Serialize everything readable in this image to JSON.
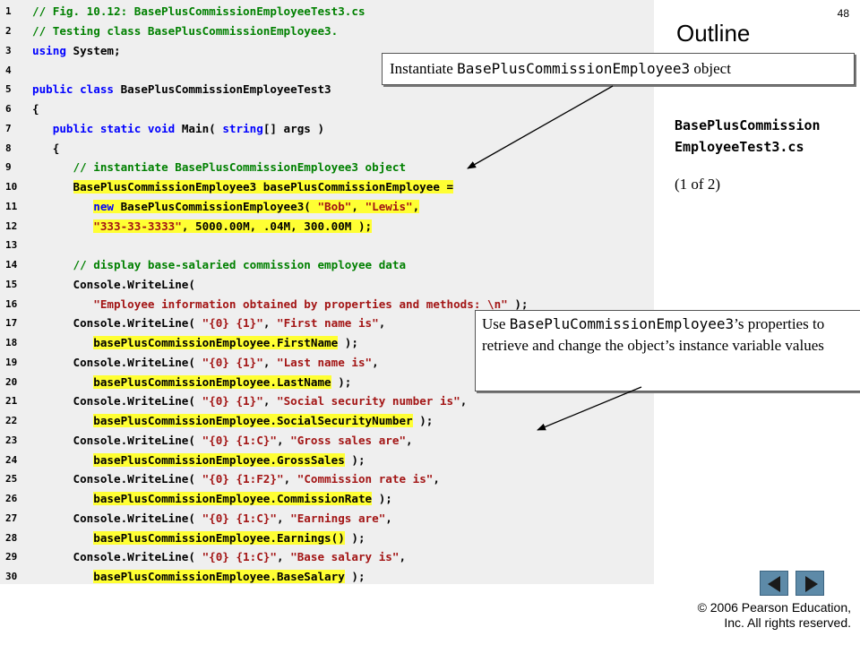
{
  "slide": {
    "page_number": "48",
    "outline_title": "Outline",
    "file_name_lines": [
      "BasePlusCommission",
      "EmployeeTest3.cs"
    ],
    "part": "(1 of 2)",
    "copyright_lines": [
      "© 2006 Pearson Education,",
      "Inc.  All rights reserved."
    ]
  },
  "callouts": {
    "instantiate": {
      "prefix": "Instantiate ",
      "code": "BasePlusCommissionEmployee3",
      "suffix": " object"
    },
    "use": {
      "prefix": "Use ",
      "code": "BasePluCommissionEmployee3",
      "suffix": "’s properties to retrieve and change the object’s instance variable values"
    }
  },
  "nav": {
    "prev_icon": "left-triangle-icon",
    "next_icon": "right-triangle-icon",
    "color": "#5d8aa8"
  },
  "code": {
    "highlight_color": "#ffff33",
    "lines": [
      {
        "n": "1",
        "tokens": [
          {
            "t": "// Fig. 10.12: BasePlusCommissionEmployeeTest3.cs",
            "c": "cm"
          }
        ]
      },
      {
        "n": "2",
        "tokens": [
          {
            "t": "// Testing class BasePlusCommissionEmployee3.",
            "c": "cm"
          }
        ]
      },
      {
        "n": "3",
        "tokens": [
          {
            "t": "using",
            "c": "kw"
          },
          {
            "t": " System;"
          }
        ]
      },
      {
        "n": "4",
        "tokens": []
      },
      {
        "n": "5",
        "tokens": [
          {
            "t": "public class",
            "c": "kw"
          },
          {
            "t": " BasePlusCommissionEmployeeTest3"
          }
        ]
      },
      {
        "n": "6",
        "tokens": [
          {
            "t": "{"
          }
        ]
      },
      {
        "n": "7",
        "tokens": [
          {
            "t": "   "
          },
          {
            "t": "public static void",
            "c": "kw"
          },
          {
            "t": " Main( "
          },
          {
            "t": "string",
            "c": "kw"
          },
          {
            "t": "[] args )"
          }
        ]
      },
      {
        "n": "8",
        "tokens": [
          {
            "t": "   {"
          }
        ]
      },
      {
        "n": "9",
        "tokens": [
          {
            "t": "      "
          },
          {
            "t": "// instantiate BasePlusCommissionEmployee3 object",
            "c": "cm"
          }
        ]
      },
      {
        "n": "10",
        "tokens": [
          {
            "t": "      "
          },
          {
            "t": "BasePlusCommissionEmployee3 basePlusCommissionEmployee =",
            "h": true
          }
        ]
      },
      {
        "n": "11",
        "tokens": [
          {
            "t": "         "
          },
          {
            "t": "new",
            "c": "kw",
            "h": true
          },
          {
            "t": " BasePlusCommissionEmployee3( ",
            "h": true
          },
          {
            "t": "\"Bob\"",
            "c": "st",
            "h": true
          },
          {
            "t": ", ",
            "h": true
          },
          {
            "t": "\"Lewis\"",
            "c": "st",
            "h": true
          },
          {
            "t": ",",
            "h": true
          }
        ]
      },
      {
        "n": "12",
        "tokens": [
          {
            "t": "         "
          },
          {
            "t": "\"333-33-3333\"",
            "c": "st",
            "h": true
          },
          {
            "t": ", 5000.00M, .04M, 300.00M );",
            "h": true
          }
        ]
      },
      {
        "n": "13",
        "tokens": []
      },
      {
        "n": "14",
        "tokens": [
          {
            "t": "      "
          },
          {
            "t": "// display base-salaried commission employee data",
            "c": "cm"
          }
        ]
      },
      {
        "n": "15",
        "tokens": [
          {
            "t": "      Console.WriteLine("
          }
        ]
      },
      {
        "n": "16",
        "tokens": [
          {
            "t": "         "
          },
          {
            "t": "\"Employee information obtained by properties and methods: \\n\"",
            "c": "st"
          },
          {
            "t": " );"
          }
        ]
      },
      {
        "n": "17",
        "tokens": [
          {
            "t": "      Console.WriteLine( "
          },
          {
            "t": "\"{0} {1}\"",
            "c": "st"
          },
          {
            "t": ", "
          },
          {
            "t": "\"First name is\"",
            "c": "st"
          },
          {
            "t": ","
          }
        ]
      },
      {
        "n": "18",
        "tokens": [
          {
            "t": "         "
          },
          {
            "t": "basePlusCommissionEmployee.FirstName",
            "h": true
          },
          {
            "t": " );"
          }
        ]
      },
      {
        "n": "19",
        "tokens": [
          {
            "t": "      Console.WriteLine( "
          },
          {
            "t": "\"{0} {1}\"",
            "c": "st"
          },
          {
            "t": ", "
          },
          {
            "t": "\"Last name is\"",
            "c": "st"
          },
          {
            "t": ","
          }
        ]
      },
      {
        "n": "20",
        "tokens": [
          {
            "t": "         "
          },
          {
            "t": "basePlusCommissionEmployee.LastName",
            "h": true
          },
          {
            "t": " );"
          }
        ]
      },
      {
        "n": "21",
        "tokens": [
          {
            "t": "      Console.WriteLine( "
          },
          {
            "t": "\"{0} {1}\"",
            "c": "st"
          },
          {
            "t": ", "
          },
          {
            "t": "\"Social security number is\"",
            "c": "st"
          },
          {
            "t": ","
          }
        ]
      },
      {
        "n": "22",
        "tokens": [
          {
            "t": "         "
          },
          {
            "t": "basePlusCommissionEmployee.SocialSecurityNumber",
            "h": true
          },
          {
            "t": " );"
          }
        ]
      },
      {
        "n": "23",
        "tokens": [
          {
            "t": "      Console.WriteLine( "
          },
          {
            "t": "\"{0} {1:C}\"",
            "c": "st"
          },
          {
            "t": ", "
          },
          {
            "t": "\"Gross sales are\"",
            "c": "st"
          },
          {
            "t": ","
          }
        ]
      },
      {
        "n": "24",
        "tokens": [
          {
            "t": "         "
          },
          {
            "t": "basePlusCommissionEmployee.GrossSales",
            "h": true
          },
          {
            "t": " );"
          }
        ]
      },
      {
        "n": "25",
        "tokens": [
          {
            "t": "      Console.WriteLine( "
          },
          {
            "t": "\"{0} {1:F2}\"",
            "c": "st"
          },
          {
            "t": ", "
          },
          {
            "t": "\"Commission rate is\"",
            "c": "st"
          },
          {
            "t": ","
          }
        ]
      },
      {
        "n": "26",
        "tokens": [
          {
            "t": "         "
          },
          {
            "t": "basePlusCommissionEmployee.CommissionRate",
            "h": true
          },
          {
            "t": " );"
          }
        ]
      },
      {
        "n": "27",
        "tokens": [
          {
            "t": "      Console.WriteLine( "
          },
          {
            "t": "\"{0} {1:C}\"",
            "c": "st"
          },
          {
            "t": ", "
          },
          {
            "t": "\"Earnings are\"",
            "c": "st"
          },
          {
            "t": ","
          }
        ]
      },
      {
        "n": "28",
        "tokens": [
          {
            "t": "         "
          },
          {
            "t": "basePlusCommissionEmployee.Earnings()",
            "h": true
          },
          {
            "t": " );"
          }
        ]
      },
      {
        "n": "29",
        "tokens": [
          {
            "t": "      Console.WriteLine( "
          },
          {
            "t": "\"{0} {1:C}\"",
            "c": "st"
          },
          {
            "t": ", "
          },
          {
            "t": "\"Base salary is\"",
            "c": "st"
          },
          {
            "t": ","
          }
        ]
      },
      {
        "n": "30",
        "tokens": [
          {
            "t": "         "
          },
          {
            "t": "basePlusCommissionEmployee.BaseSalary",
            "h": true
          },
          {
            "t": " );"
          }
        ]
      }
    ]
  }
}
